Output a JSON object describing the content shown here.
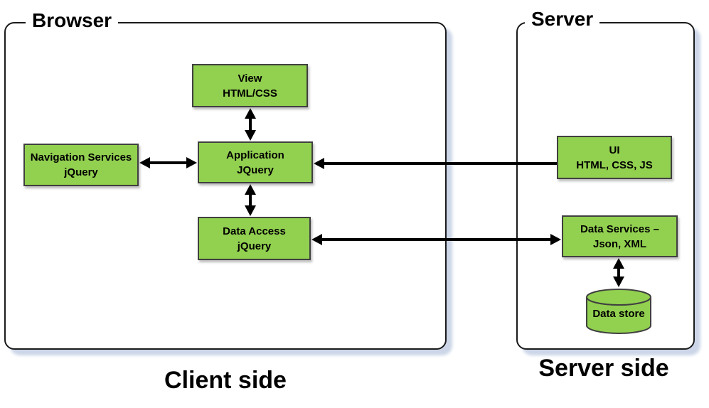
{
  "colors": {
    "node_fill": "#92d050",
    "node_border": "#404040",
    "container_border": "#1a1a1a",
    "container_shadow": "#ccd6e8",
    "arrow": "#000000",
    "text": "#000000",
    "background": "#ffffff"
  },
  "containers": {
    "browser": {
      "label": "Browser",
      "caption": "Client side"
    },
    "server": {
      "label": "Server",
      "caption": "Server side"
    }
  },
  "nodes": {
    "view": {
      "lines": [
        "View",
        "HTML/CSS"
      ]
    },
    "navigation_services": {
      "lines": [
        "Navigation Services",
        "jQuery"
      ]
    },
    "application": {
      "lines": [
        "Application",
        "JQuery"
      ]
    },
    "data_access": {
      "lines": [
        "Data Access",
        "jQuery"
      ]
    },
    "ui": {
      "lines": [
        "UI",
        "HTML, CSS, JS"
      ]
    },
    "data_services": {
      "lines": [
        "Data Services –",
        "Json, XML"
      ]
    },
    "data_store": {
      "label": "Data store"
    }
  },
  "edges": [
    {
      "from": "view",
      "to": "application",
      "direction": "bidirectional"
    },
    {
      "from": "navigation_services",
      "to": "application",
      "direction": "bidirectional"
    },
    {
      "from": "ui",
      "to": "application",
      "direction": "one-way"
    },
    {
      "from": "application",
      "to": "data_access",
      "direction": "bidirectional"
    },
    {
      "from": "data_access",
      "to": "data_services",
      "direction": "bidirectional"
    },
    {
      "from": "data_services",
      "to": "data_store",
      "direction": "bidirectional"
    }
  ]
}
